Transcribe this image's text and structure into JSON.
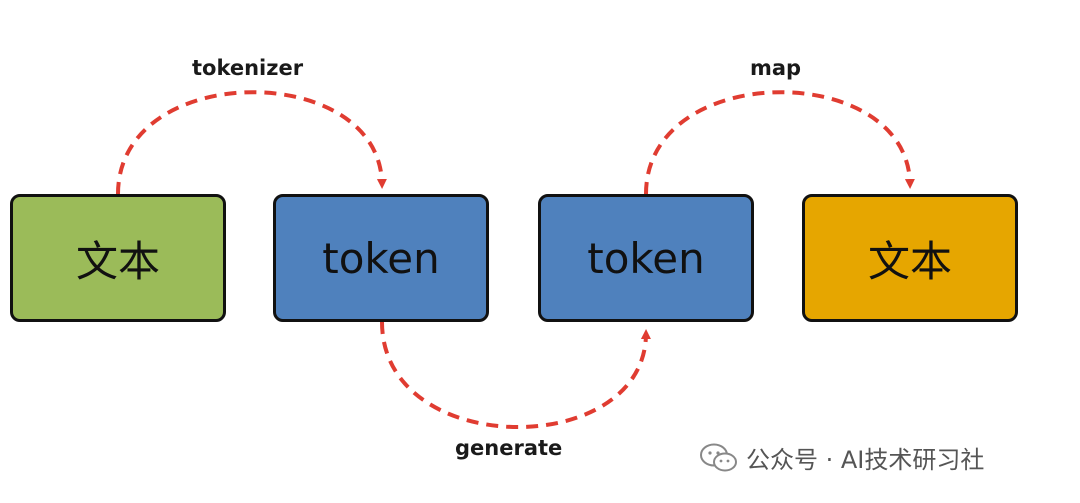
{
  "diagram": {
    "nodes": [
      {
        "id": "box1",
        "text": "文本",
        "color": "#9BBB59"
      },
      {
        "id": "box2",
        "text": "token",
        "color": "#4F81BD"
      },
      {
        "id": "box3",
        "text": "token",
        "color": "#4F81BD"
      },
      {
        "id": "box4",
        "text": "文本",
        "color": "#E6A600"
      }
    ],
    "edges": [
      {
        "from": "box1",
        "to": "box2",
        "label": "tokenizer"
      },
      {
        "from": "box2",
        "to": "box3",
        "label": "generate"
      },
      {
        "from": "box3",
        "to": "box4",
        "label": "map"
      }
    ],
    "arrow_color": "#E03C31",
    "arrow_style": "dashed"
  },
  "watermark": {
    "text": "公众号 · AI技术研习社",
    "icon": "wechat-icon"
  }
}
